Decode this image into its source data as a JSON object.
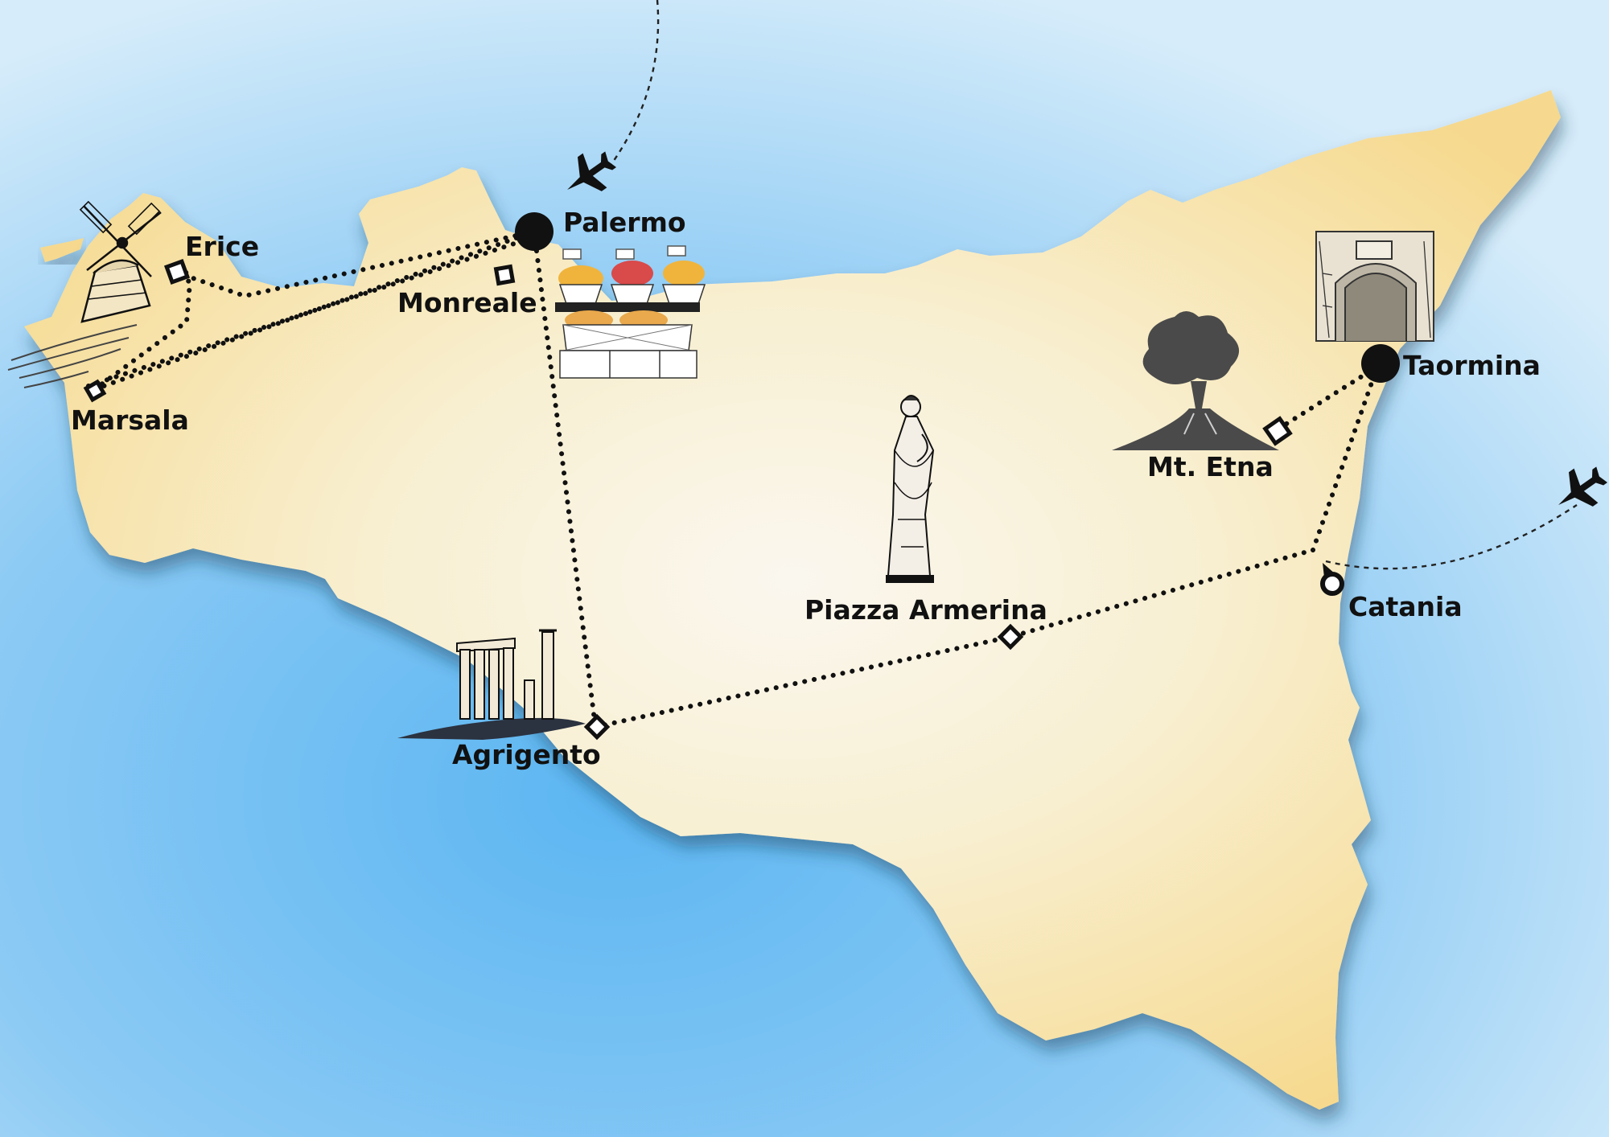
{
  "map": {
    "colors": {
      "sea_light": "#d6ecfa",
      "sea_dark": "#5cb6f2",
      "land_center": "#faf7ef",
      "land_edge": "#f6d98e",
      "route": "#111111",
      "flight_path": "#222222",
      "volcano": "#4a4a4a"
    },
    "places": [
      {
        "id": "palermo",
        "name": "Palermo",
        "marker": "large-dot"
      },
      {
        "id": "monreale",
        "name": "Monreale",
        "marker": "small-square"
      },
      {
        "id": "erice",
        "name": "Erice",
        "marker": "small-square"
      },
      {
        "id": "marsala",
        "name": "Marsala",
        "marker": "small-square"
      },
      {
        "id": "agrigento",
        "name": "Agrigento",
        "marker": "small-square"
      },
      {
        "id": "piazza_armerina",
        "name": "Piazza Armerina",
        "marker": "small-square"
      },
      {
        "id": "catania",
        "name": "Catania",
        "marker": "ring-pin"
      },
      {
        "id": "mt_etna",
        "name": "Mt. Etna",
        "marker": "small-square"
      },
      {
        "id": "taormina",
        "name": "Taormina",
        "marker": "large-dot"
      }
    ],
    "illustrations": [
      "windmill-icon",
      "market-stall-icon",
      "greek-temple-ruins-icon",
      "roman-statue-icon",
      "volcano-icon",
      "stone-archway-icon",
      "airplane-arrival-icon",
      "airplane-departure-icon"
    ],
    "route_style": "dotted",
    "flight_path_style": "dashed"
  }
}
